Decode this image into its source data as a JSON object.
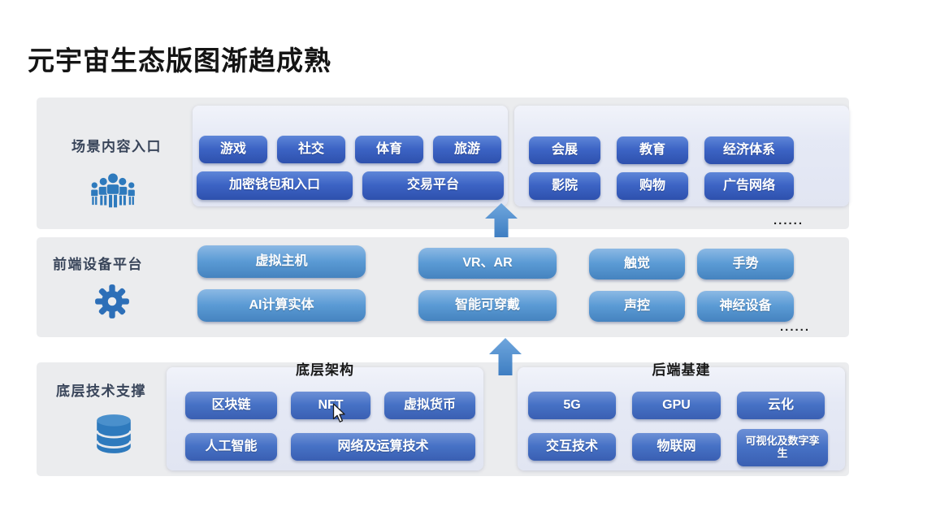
{
  "title": "元宇宙生态版图渐趋成熟",
  "sections": {
    "scene": {
      "label": "场景内容入口",
      "icon": "people-icon",
      "g1r1": [
        "游戏",
        "社交",
        "体育",
        "旅游"
      ],
      "g1r2": [
        "加密钱包和入口",
        "交易平台"
      ],
      "g2r1": [
        "会展",
        "教育",
        "经济体系"
      ],
      "g2r2": [
        "影院",
        "购物",
        "广告网络"
      ],
      "more": "......"
    },
    "device": {
      "label": "前端设备平台",
      "icon": "gear-icon",
      "col1": [
        "虚拟主机",
        "AI计算实体"
      ],
      "col2": [
        "VR、AR",
        "智能可穿戴"
      ],
      "col3": [
        "触觉",
        "声控"
      ],
      "col4": [
        "手势",
        "神经设备"
      ],
      "more": "......"
    },
    "tech": {
      "label": "底层技术支撑",
      "icon": "database-icon",
      "arch": {
        "title": "底层架构",
        "r1": [
          "区块链",
          "NFT",
          "虚拟货币"
        ],
        "r2": [
          "人工智能",
          "网络及运算技术"
        ]
      },
      "infra": {
        "title": "后端基建",
        "r1": [
          "5G",
          "GPU",
          "云化"
        ],
        "r2": [
          "交互技术",
          "物联网",
          "可视化及数字孪生"
        ]
      }
    }
  },
  "colors": {
    "chip_scene": "#3c63c4",
    "chip_device": "#5b9bd5",
    "chip_tech": "#4671c5",
    "arrow_blue": "#4a8fd2",
    "band_bg": "#ebecee",
    "subpanel_bg": "#e4e8f4",
    "icon_blue": "#2e7abd",
    "label_color": "#39455a"
  }
}
